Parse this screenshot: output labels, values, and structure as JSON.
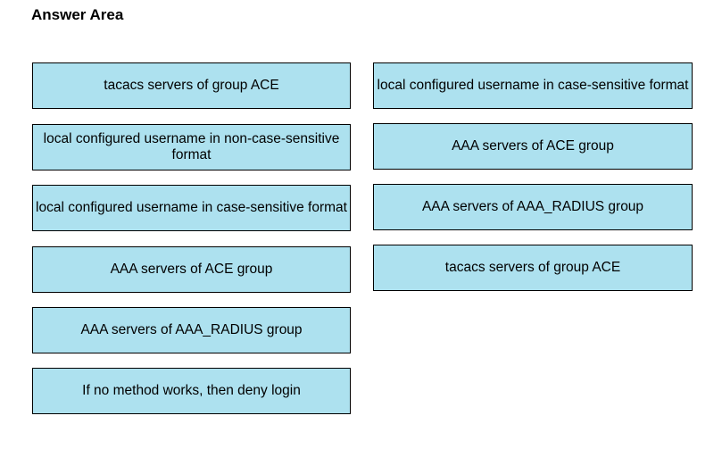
{
  "title": "Answer Area",
  "colors": {
    "background": "#FFFFFF",
    "box_fill": "#ADE1EF",
    "box_border": "#000000",
    "text": "#000000"
  },
  "columns": {
    "left": {
      "items": [
        {
          "label": "tacacs servers of group ACE"
        },
        {
          "label": "local configured username in non-case-sensitive format"
        },
        {
          "label": "local configured username in case-sensitive format"
        },
        {
          "label": "AAA servers of ACE group"
        },
        {
          "label": "AAA servers of AAA_RADIUS group"
        },
        {
          "label": "If no method works, then deny login"
        }
      ]
    },
    "right": {
      "items": [
        {
          "label": "local configured username in case-sensitive format"
        },
        {
          "label": "AAA servers of ACE group"
        },
        {
          "label": "AAA servers of AAA_RADIUS group"
        },
        {
          "label": "tacacs servers of group ACE"
        }
      ]
    }
  }
}
